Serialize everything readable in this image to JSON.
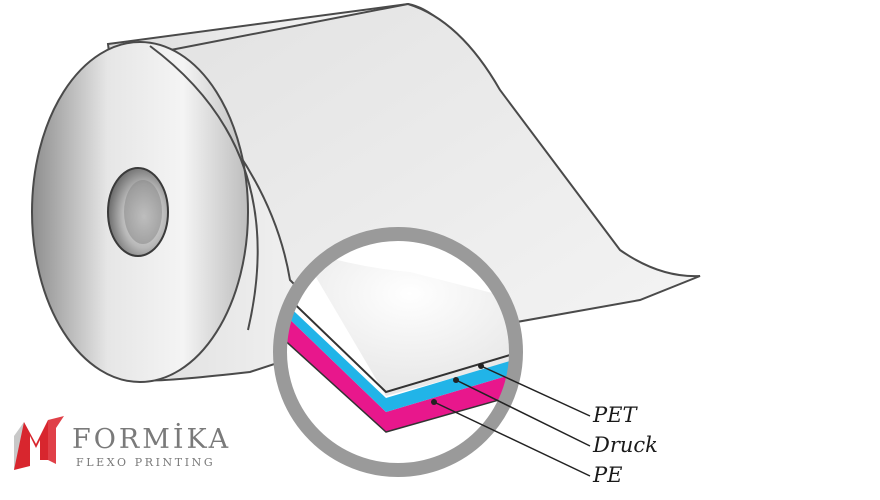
{
  "layers": {
    "top": "PET",
    "middle": "Druck",
    "bottom": "PE"
  },
  "logo": {
    "name": "FORMİKA",
    "tagline": "FLEXO PRINTING"
  },
  "colors": {
    "pet_layer": "#21b4e8",
    "print_layer": "#e8178c",
    "film": "#ececec",
    "outline": "#4a4a4a",
    "magnifier_ring": "#999999",
    "logo_red": "#d8262e",
    "logo_text": "#7a7a7a"
  },
  "icons": {
    "logo_mark": "formika-m-logo-icon"
  }
}
